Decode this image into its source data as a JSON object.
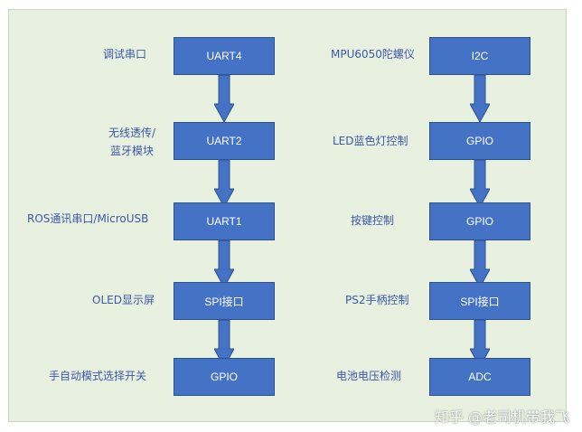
{
  "left_column": [
    {
      "label": "调试串口",
      "box": "UART4"
    },
    {
      "label": "无线透传/\n蓝牙模块",
      "box": "UART2"
    },
    {
      "label": "ROS通讯串口/MicroUSB",
      "box": "UART1"
    },
    {
      "label": "OLED显示屏",
      "box": "SPI接口"
    },
    {
      "label": "手自动模式选择开关",
      "box": "GPIO"
    }
  ],
  "right_column": [
    {
      "label": "MPU6050陀螺仪",
      "box": "I2C"
    },
    {
      "label": "LED蓝色灯控制",
      "box": "GPIO"
    },
    {
      "label": "按键控制",
      "box": "GPIO"
    },
    {
      "label": "PS2手柄控制",
      "box": "SPI接口"
    },
    {
      "label": "电池电压检测",
      "box": "ADC"
    }
  ],
  "watermark": "知乎 @老司机带我飞",
  "colors": {
    "box_fill": "#4472c4",
    "box_border": "#2f528f",
    "label_text": "#3c59a6",
    "background": "#e8f0e0"
  }
}
